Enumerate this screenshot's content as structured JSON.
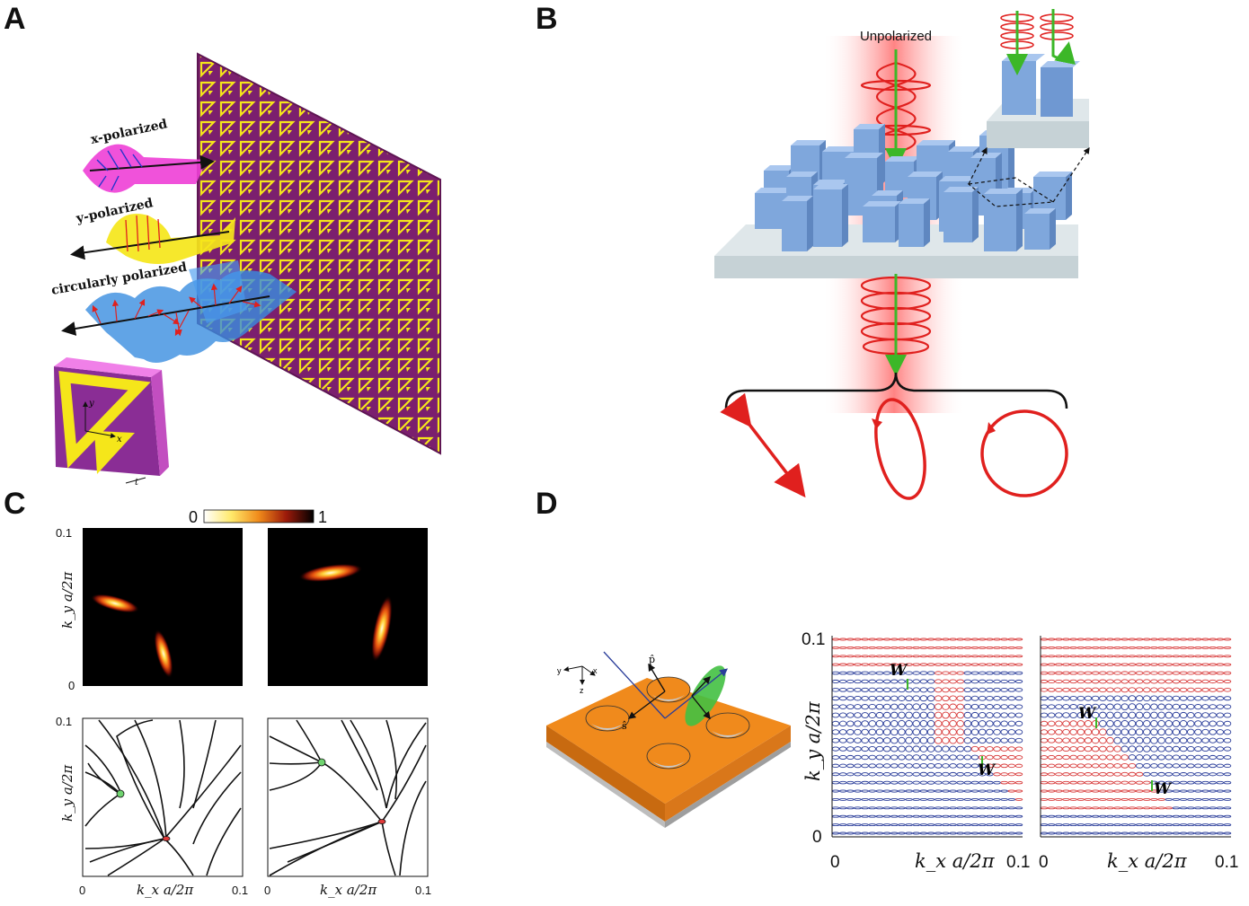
{
  "panels": {
    "a": {
      "letter": "A",
      "x_polarized": "x-polarized",
      "y_polarized": "y-polarized",
      "circular": "circularly polarized",
      "unit_x": "x",
      "unit_y": "y",
      "unit_t": "t"
    },
    "b": {
      "letter": "B",
      "unpolarized": "Unpolarized"
    },
    "c": {
      "letter": "C",
      "colorbar_min": "0",
      "colorbar_max": "1",
      "ylabel": "k_y a/2π",
      "xlabel": "k_x a/2π",
      "tick_zero": "0",
      "tick_max": "0.1"
    },
    "d": {
      "letter": "D",
      "ylabel": "k_y a/2π",
      "xlabel": "k_x a/2π",
      "tick_zero": "0",
      "tick_max": "0.1",
      "w_label": "W",
      "axis_x": "x",
      "axis_y": "y",
      "axis_z": "z",
      "s_hat": "ŝ",
      "p_hat": "p̂"
    }
  },
  "colors": {
    "metasurface": "#7b1f6e",
    "resonator": "#f5e61a",
    "pillar": "#7fa7dc",
    "beam": "#e0201e",
    "slab": "#f08a1c",
    "blue_pol": "#2a3d9a",
    "red_pol": "#d83a3a"
  }
}
